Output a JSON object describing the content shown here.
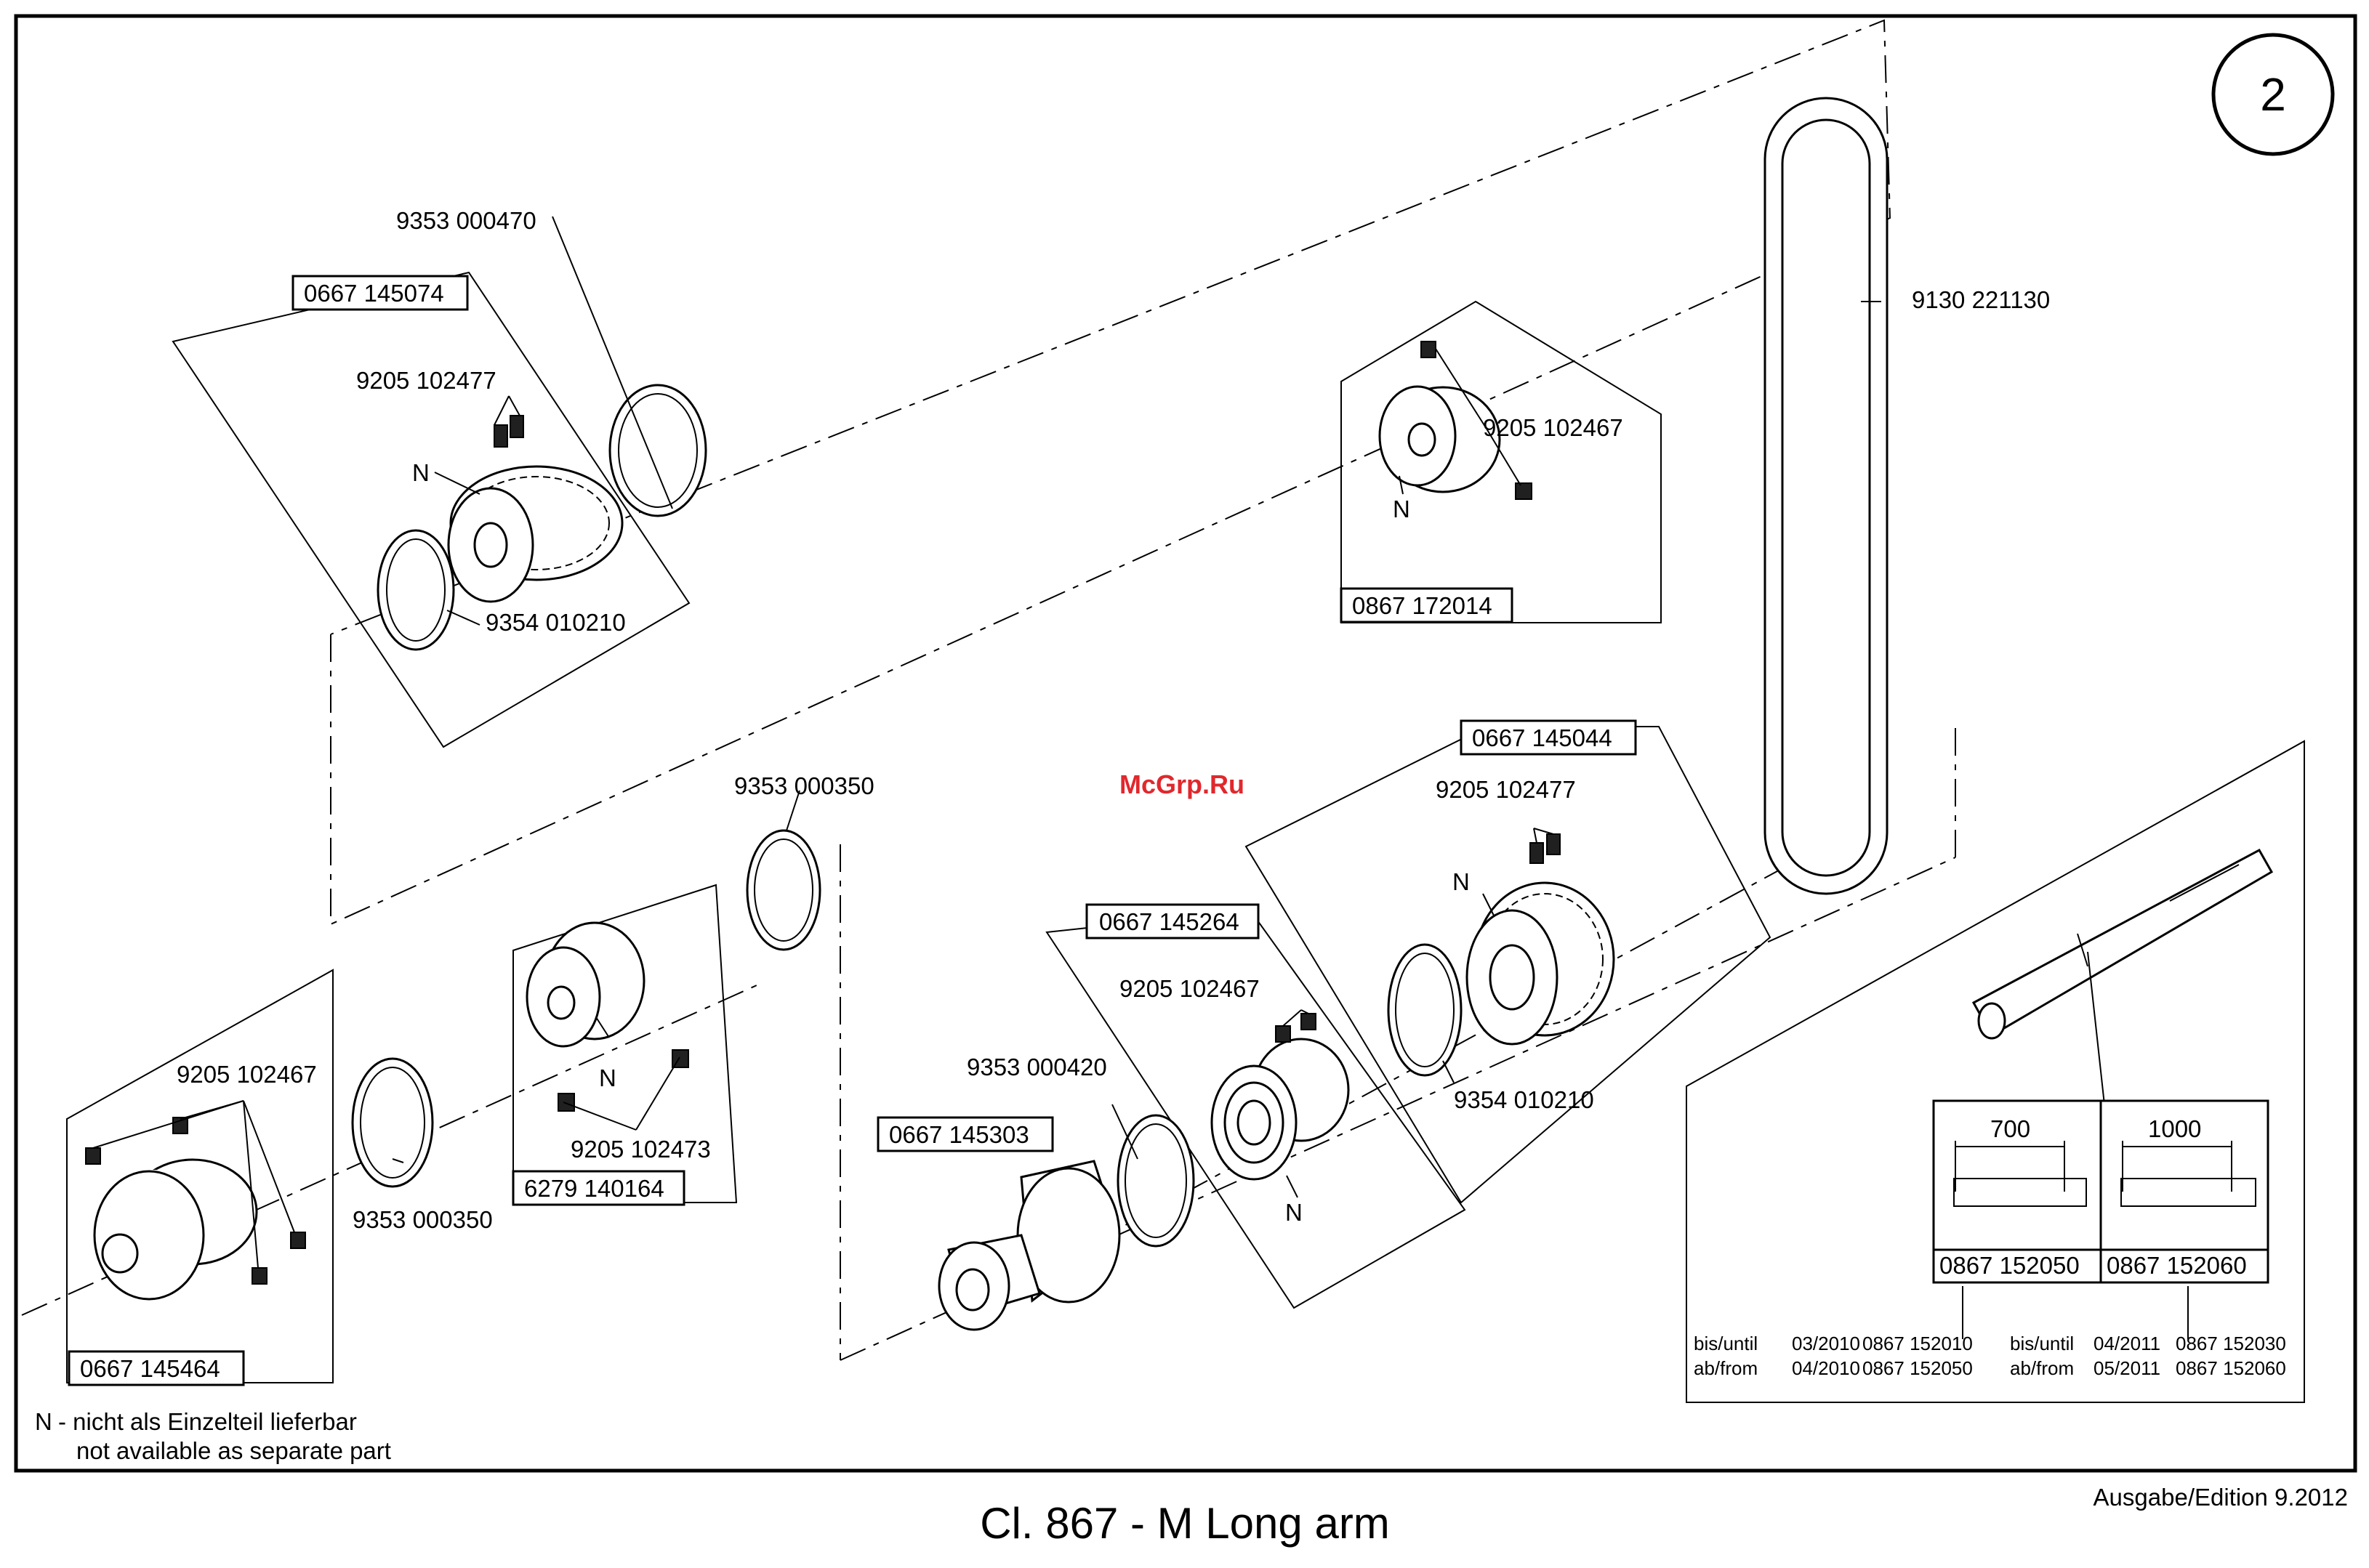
{
  "page": {
    "number": "2",
    "title": "Cl. 867 - M Long arm",
    "edition": "Ausgabe/Edition 9.2012",
    "watermark": "McGrp.Ru"
  },
  "legend": {
    "symbol": "N",
    "line_de": "- nicht als Einzelteil lieferbar",
    "line_en": "not available as separate part"
  },
  "assemblies": {
    "top_pulley": {
      "box_number": "0667 145074",
      "ring_label": "9353 000470",
      "screws_label": "9205 102477",
      "n_label": "N",
      "circlip_label": "9354 010210"
    },
    "collar": {
      "box_number": "0867 172014",
      "screws_label": "9205 102467",
      "n_label": "N"
    },
    "belt": {
      "label": "9130 221130"
    },
    "left_hub": {
      "box_number": "0667 145464",
      "screws_label": "9205 102467"
    },
    "ring_left": {
      "label": "9353 000350"
    },
    "mid_collar": {
      "box_number": "6279 140164",
      "screws_label": "9205 102473",
      "n_label": "N"
    },
    "ring_mid_top": {
      "label": "9353 000350"
    },
    "bushing": {
      "box_number": "0667 145303",
      "ring_label": "9353 000420"
    },
    "bearing_collar": {
      "box_number": "0667 145264",
      "screws_label": "9205 102467",
      "n_label": "N"
    },
    "right_pulley": {
      "box_number": "0667 145044",
      "screws_label": "9205 102477",
      "n_label": "N",
      "circlip_label": "9354 010210"
    },
    "shaft": {
      "variant_a": {
        "dimension": "700",
        "part_number": "0867 152050"
      },
      "variant_b": {
        "dimension": "1000",
        "part_number": "0867 152060"
      },
      "notes_a": [
        {
          "when": "bis/until",
          "date": "03/2010",
          "part": "0867 152010"
        },
        {
          "when": "ab/from",
          "date": "04/2010",
          "part": "0867 152050"
        }
      ],
      "notes_b": [
        {
          "when": "bis/until",
          "date": "04/2011",
          "part": "0867 152030"
        },
        {
          "when": "ab/from",
          "date": "05/2011",
          "part": "0867 152060"
        }
      ]
    }
  }
}
